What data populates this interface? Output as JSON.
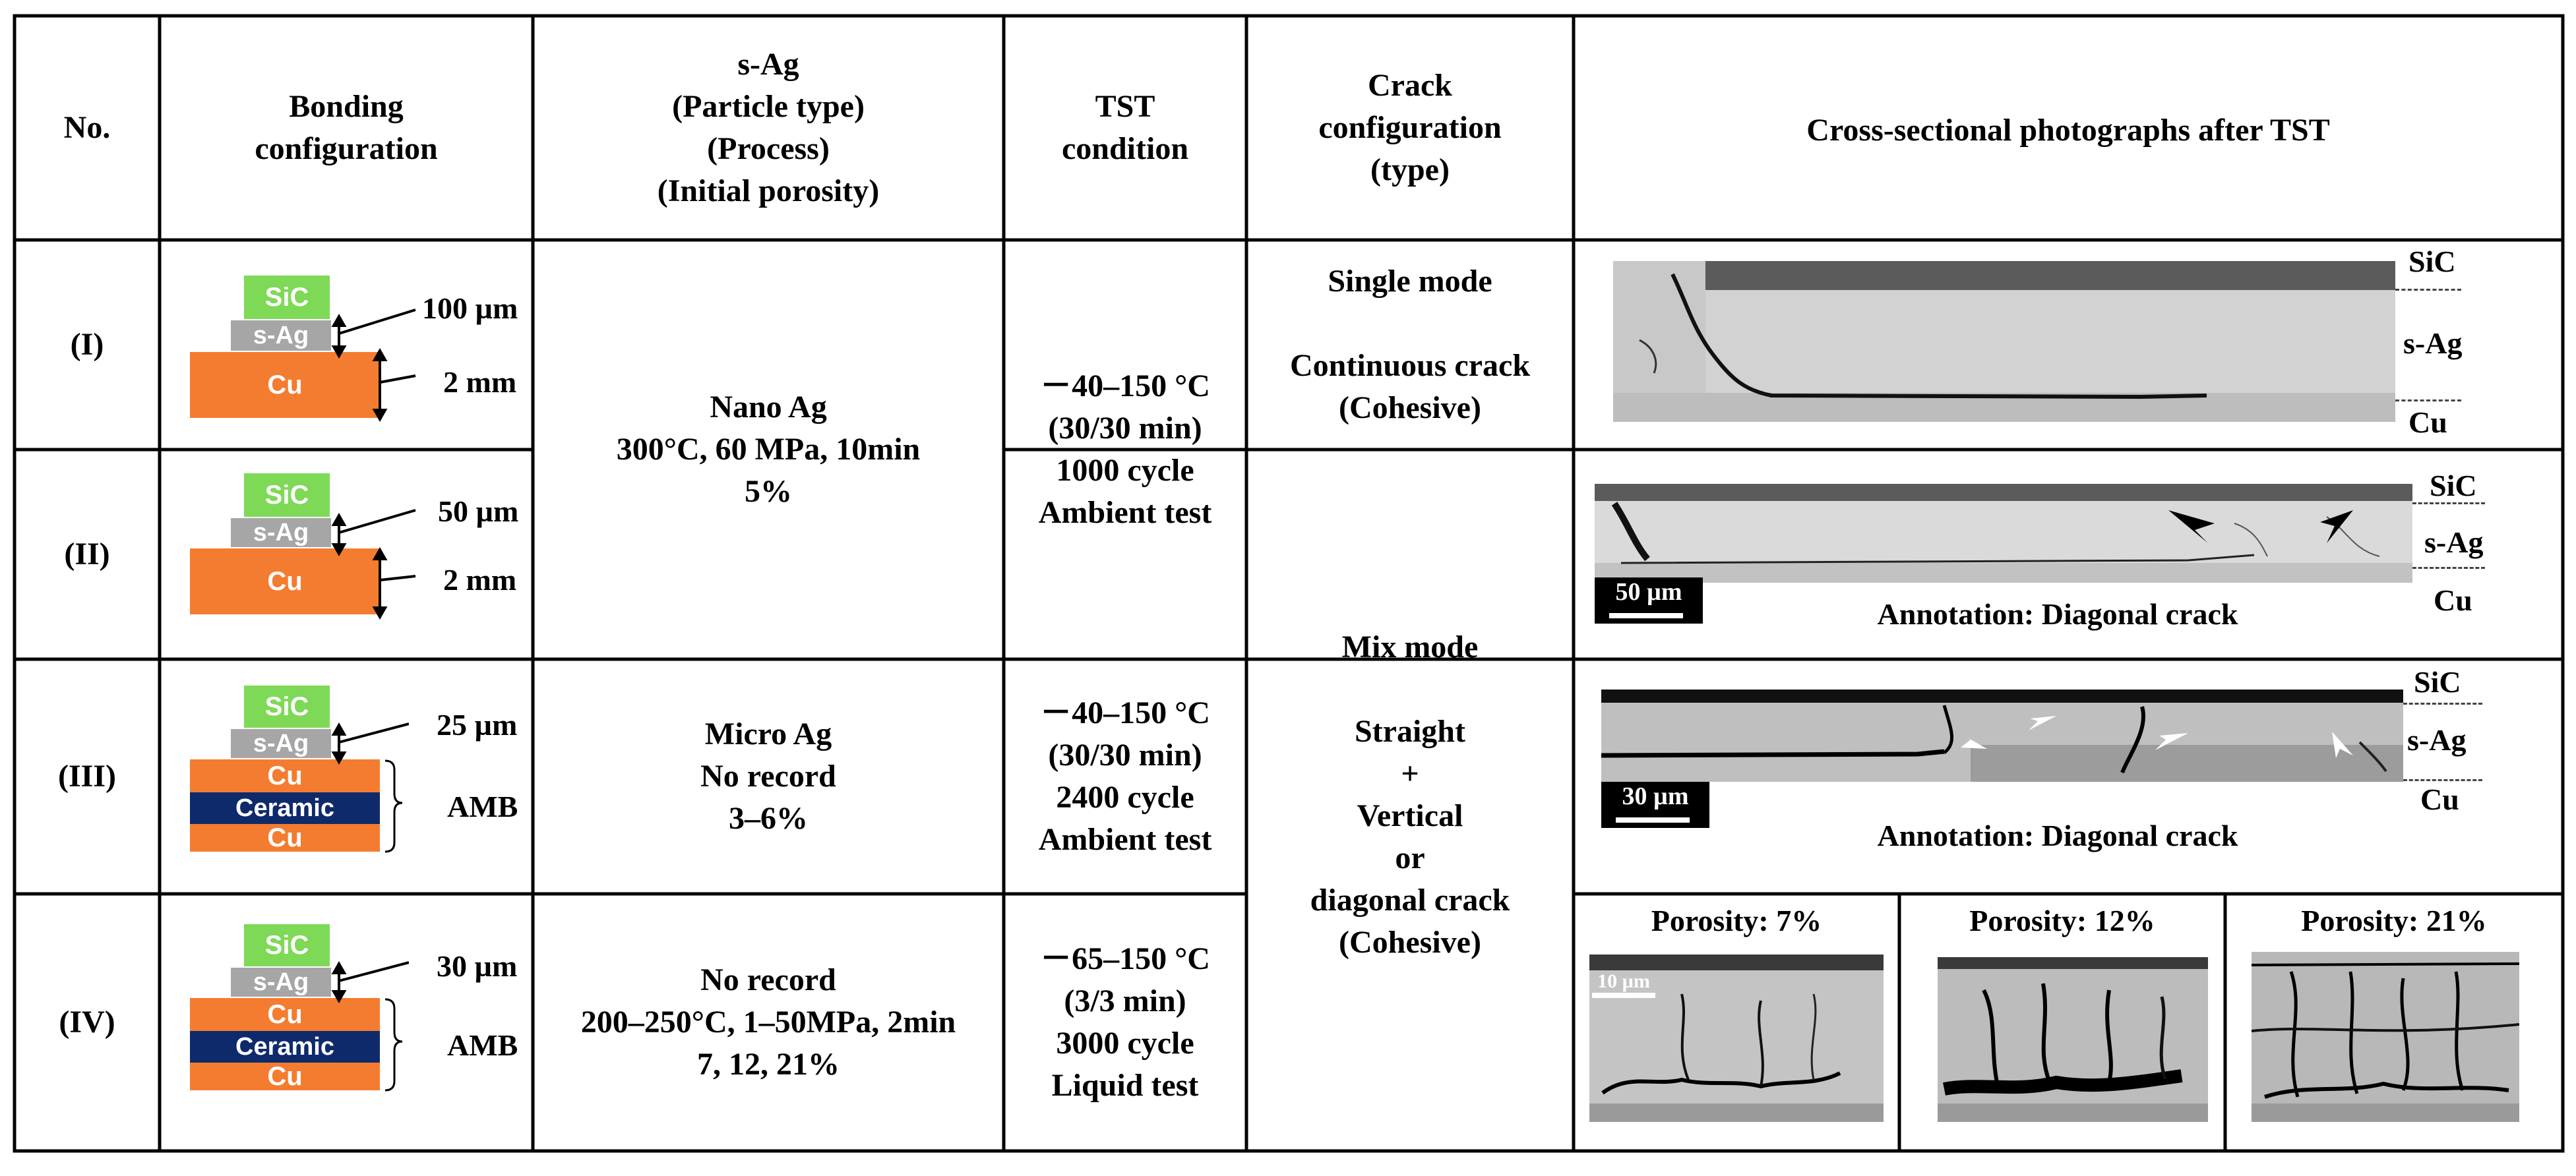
{
  "header": {
    "no": "No.",
    "bonding": [
      "Bonding",
      "configuration"
    ],
    "sag": [
      "s-Ag",
      "(Particle type)",
      "(Process)",
      "(Initial porosity)"
    ],
    "tst": [
      "TST",
      "condition"
    ],
    "crack": [
      "Crack",
      "configuration",
      "(type)"
    ],
    "photos": "Cross-sectional photographs after TST"
  },
  "rows": [
    {
      "no": "(I)",
      "thickness": "100 µm",
      "cu_thickness": "2 mm"
    },
    {
      "no": "(II)",
      "thickness": "50 µm",
      "cu_thickness": "2 mm"
    },
    {
      "no": "(III)",
      "thickness": "25 µm",
      "substrate": "AMB"
    },
    {
      "no": "(IV)",
      "thickness": "30 µm",
      "substrate": "AMB"
    }
  ],
  "layers": {
    "sic": "SiC",
    "sag": "s-Ag",
    "cu": "Cu",
    "ceramic": "Ceramic"
  },
  "sag_col": {
    "nano": [
      "Nano Ag",
      "300°C, 60 MPa, 10min",
      "5%"
    ],
    "micro": [
      "Micro Ag",
      "No record",
      "3–6%"
    ],
    "norec": [
      "No record",
      "200–250°C, 1–50MPa, 2min",
      "7, 12, 21%"
    ]
  },
  "tst_col": {
    "a": [
      "－40–150 °C",
      "(30/30 min)",
      "1000 cycle",
      "Ambient test"
    ],
    "b": [
      "－40–150 °C",
      "(30/30 min)",
      "2400 cycle",
      "Ambient test"
    ],
    "c": [
      "－65–150 °C",
      "(3/3 min)",
      "3000 cycle",
      "Liquid test"
    ]
  },
  "crack_col": {
    "single": [
      "Single mode",
      "",
      "Continuous crack",
      "(Cohesive)"
    ],
    "mix": [
      "Mix mode",
      "",
      "Straight",
      "+",
      "Vertical",
      "or",
      "diagonal crack",
      "(Cohesive)"
    ]
  },
  "photo_labels": {
    "sic": "SiC",
    "sag": "s-Ag",
    "cu": "Cu",
    "annotation": "Annotation: Diagonal crack",
    "scale_50": "50 µm",
    "scale_30": "30 µm",
    "scale_10": "10 µm",
    "porosity": [
      "Porosity: 7%",
      "Porosity: 12%",
      "Porosity: 21%"
    ]
  },
  "colors": {
    "sic": "#7ed957",
    "sag": "#a6a6a6",
    "cu": "#f47c30",
    "ceramic": "#0e2a6b"
  }
}
